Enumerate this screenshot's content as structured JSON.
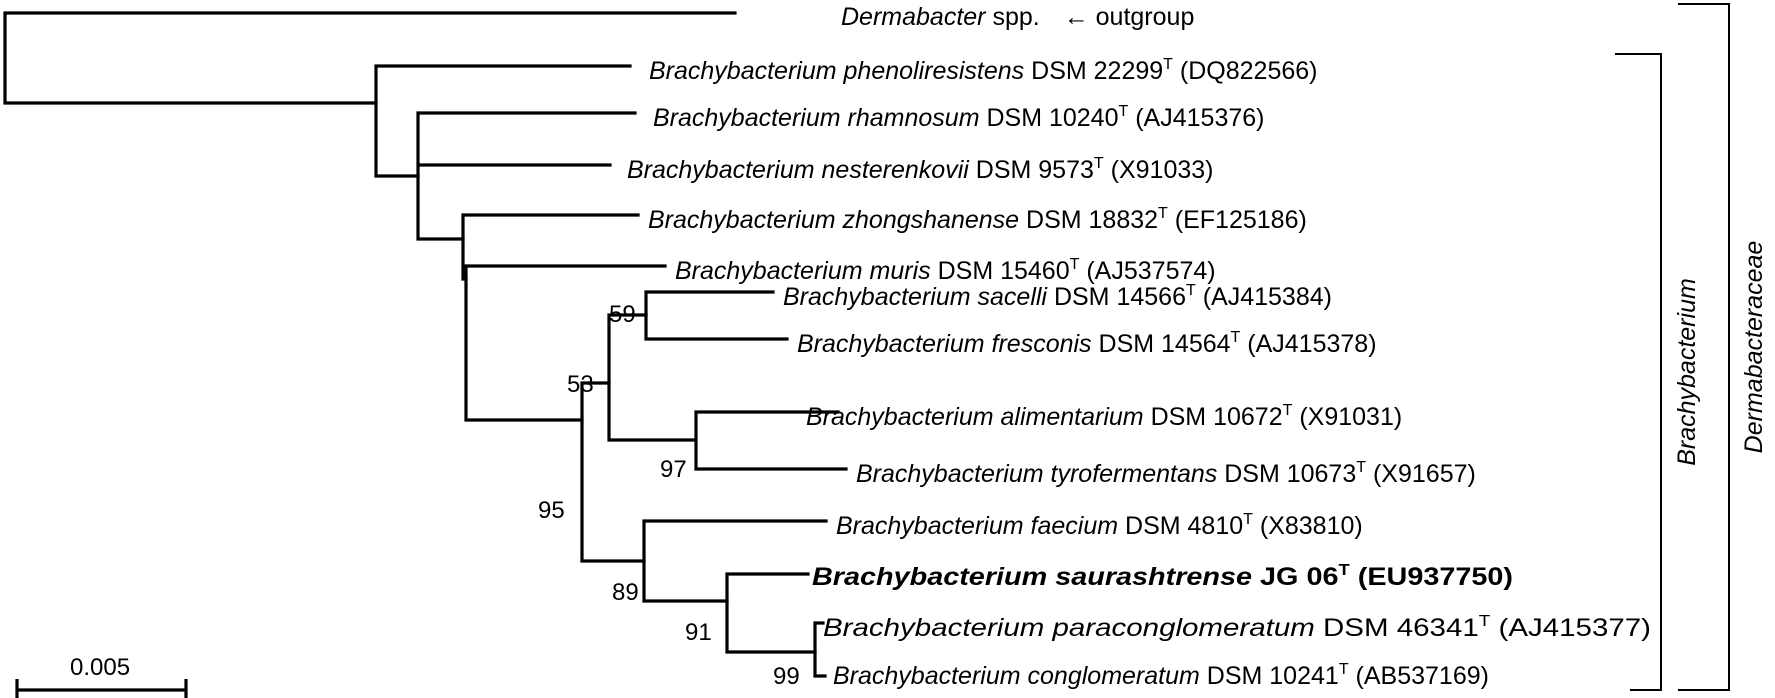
{
  "outgroup": {
    "genus": "Dermabacter",
    "rest": " spp.",
    "note": "← outgroup"
  },
  "taxa": [
    {
      "species": "Brachybacterium phenoliresistens",
      "strain": "DSM 22299",
      "type": "T",
      "acc": "(DQ822566)",
      "bold": false
    },
    {
      "species": "Brachybacterium rhamnosum",
      "strain": "DSM 10240",
      "type": "T",
      "acc": "(AJ415376)",
      "bold": false
    },
    {
      "species": "Brachybacterium nesterenkovii",
      "strain": "DSM 9573",
      "type": "T",
      "acc": "(X91033)",
      "bold": false
    },
    {
      "species": "Brachybacterium zhongshanense",
      "strain": "DSM 18832",
      "type": "T",
      "acc": "(EF125186)",
      "bold": false
    },
    {
      "species": "Brachybacterium muris",
      "strain": "DSM 15460",
      "type": "T",
      "acc": "(AJ537574)",
      "bold": false
    },
    {
      "species": "Brachybacterium sacelli",
      "strain": "DSM 14566",
      "type": "T",
      "acc": "(AJ415384)",
      "bold": false
    },
    {
      "species": "Brachybacterium fresconis",
      "strain": "DSM 14564",
      "type": "T",
      "acc": "(AJ415378)",
      "bold": false
    },
    {
      "species": "Brachybacterium alimentarium",
      "strain": "DSM 10672",
      "type": "T",
      "acc": "(X91031)",
      "bold": false
    },
    {
      "species": "Brachybacterium tyrofermentans",
      "strain": "DSM 10673",
      "type": "T",
      "acc": "(X91657)",
      "bold": false
    },
    {
      "species": "Brachybacterium faecium",
      "strain": "DSM 4810",
      "type": "T",
      "acc": "(X83810)",
      "bold": false
    },
    {
      "species": "Brachybacterium saurashtrense",
      "strain": "JG 06",
      "type": "T",
      "acc": "(EU937750)",
      "bold": true
    },
    {
      "species": "Brachybacterium paraconglomeratum",
      "strain": "DSM 46341",
      "type": "T",
      "acc": "(AJ415377)",
      "bold": false
    },
    {
      "species": "Brachybacterium conglomeratum",
      "strain": "DSM 10241",
      "type": "T",
      "acc": "(AB537169)",
      "bold": false
    }
  ],
  "bootstrap": [
    "59",
    "53",
    "97",
    "95",
    "89",
    "91",
    "99"
  ],
  "groups": {
    "genus": "Brachybacterium",
    "family": "Dermabacteraceae"
  },
  "scale": {
    "label": "0.005"
  }
}
